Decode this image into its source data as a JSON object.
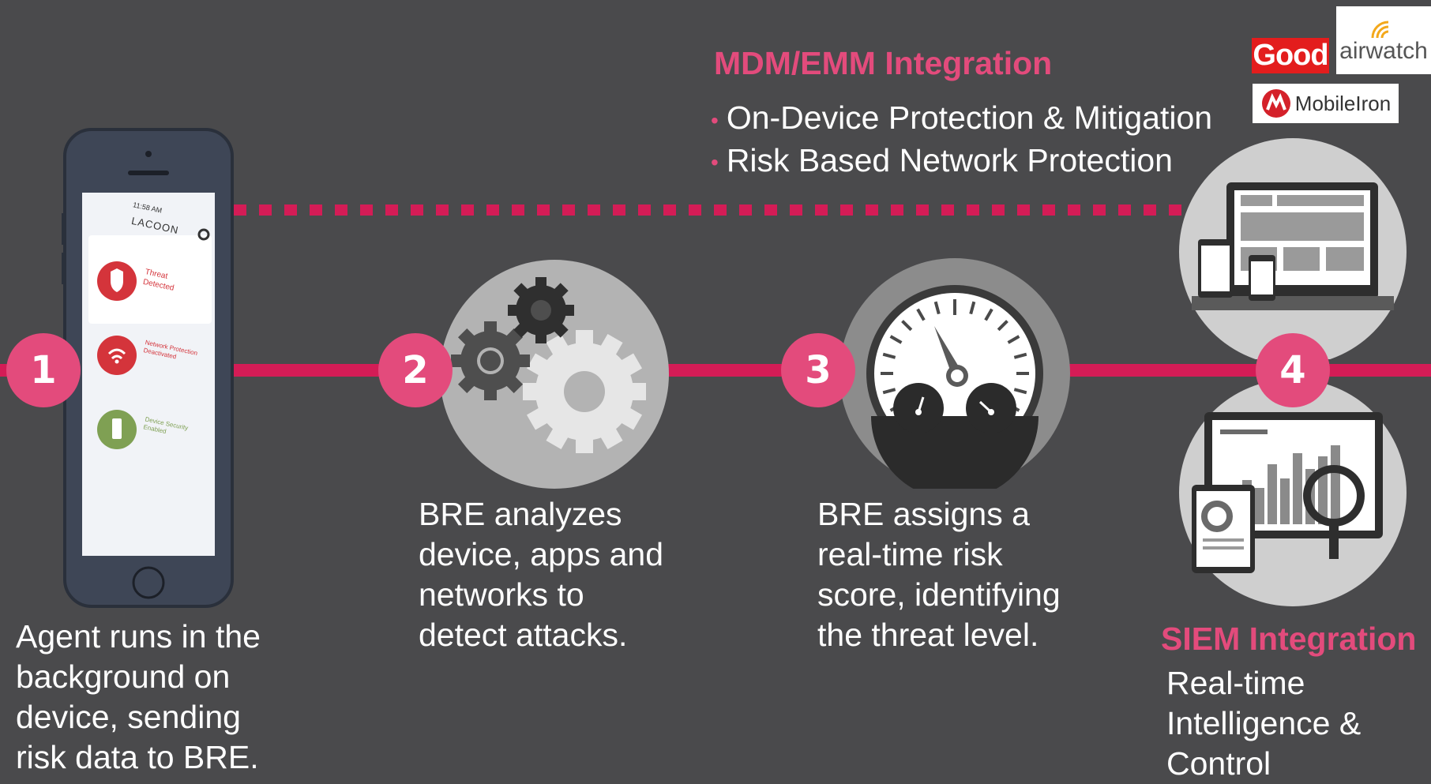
{
  "colors": {
    "background": "#4a4a4c",
    "accent": "#d41c56",
    "badge": "#e34b7c",
    "circle_gray": "#b3b3b3"
  },
  "steps": [
    {
      "number": "1",
      "text": "Agent runs in the\nbackground on\ndevice, sending\nrisk data to BRE.",
      "icon": "smartphone-icon"
    },
    {
      "number": "2",
      "text": "BRE analyzes\ndevice, apps and\nnetworks to\ndetect attacks.",
      "icon": "gears-icon"
    },
    {
      "number": "3",
      "text": "BRE assigns a\nreal-time risk\nscore, identifying\nthe threat level.",
      "icon": "gauge-icon"
    },
    {
      "number": "4",
      "icon": "devices-icon"
    }
  ],
  "phone": {
    "time": "11:58 AM",
    "brand": "LACOON",
    "items": [
      {
        "label": "Threat\nDetected",
        "color": "#d4343b"
      },
      {
        "label": "Network Protection\nDeactivated",
        "color": "#d4343b"
      },
      {
        "label": "Device Security\nEnabled",
        "color": "#7fa053"
      }
    ]
  },
  "mdm": {
    "title": "MDM/EMM Integration",
    "bullets": [
      "On-Device Protection & Mitigation",
      "Risk Based Network Protection"
    ]
  },
  "siem": {
    "title": "SIEM Integration",
    "text": "Real-time\nIntelligence &\nControl"
  },
  "logos": {
    "good": "Good",
    "airwatch": "airwatch",
    "mobileiron": "MobileIron"
  }
}
